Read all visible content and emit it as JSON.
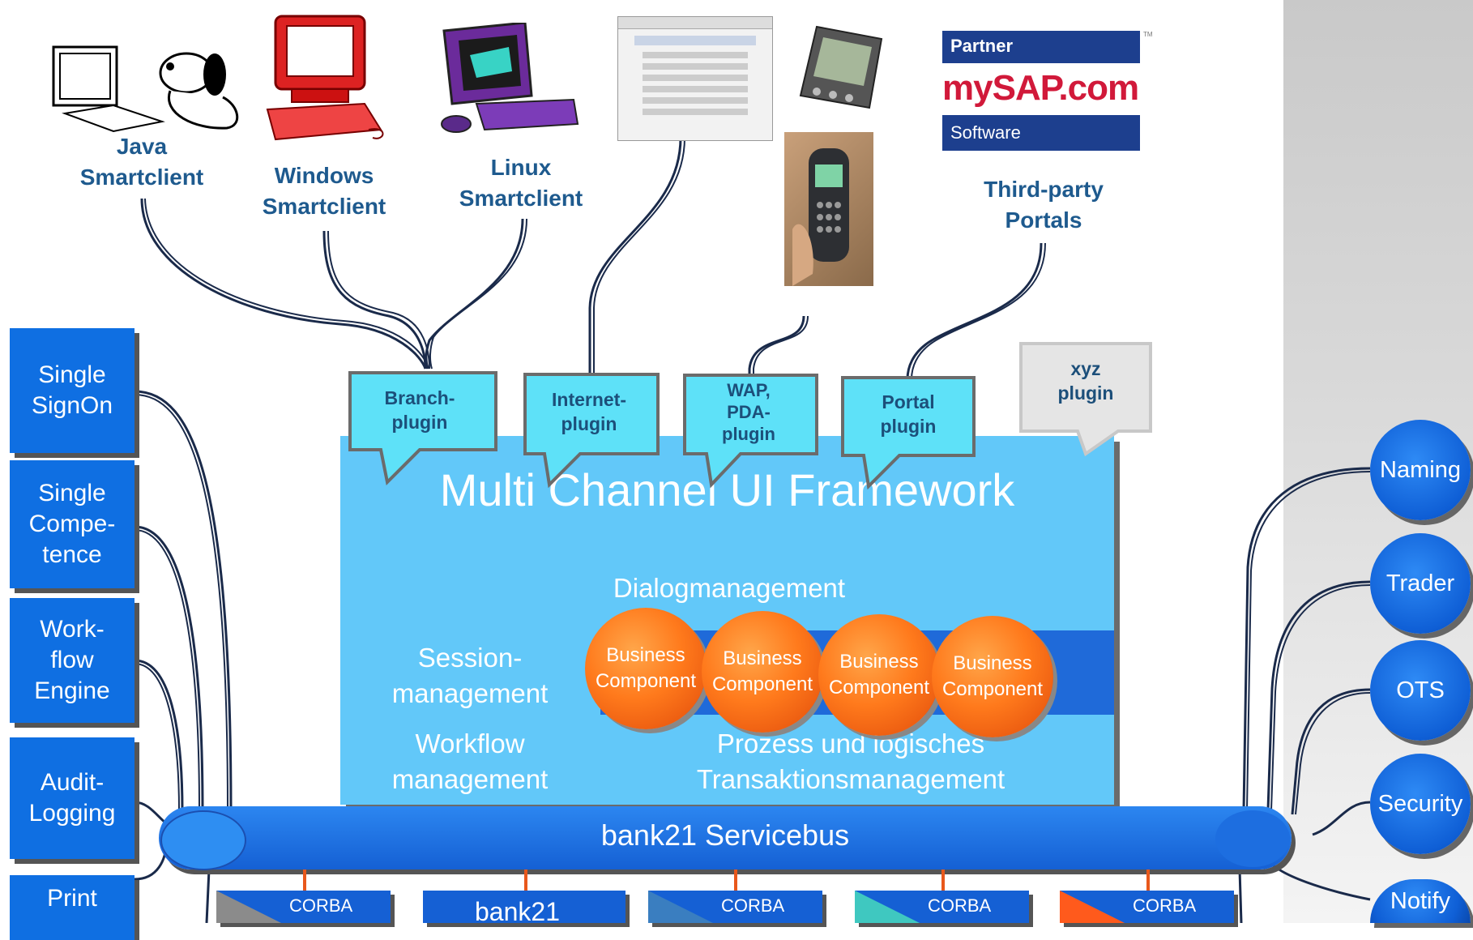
{
  "clients": {
    "java": {
      "line1": "Java",
      "line2": "Smartclient"
    },
    "windows": {
      "line1": "Windows",
      "line2": "Smartclient"
    },
    "linux": {
      "line1": "Linux",
      "line2": "Smartclient"
    },
    "portals": {
      "line1": "Third-party",
      "line2": "Portals"
    }
  },
  "portal_logo": {
    "top": "Partner",
    "middle": "mySAP.com",
    "bottom": "Software",
    "tm": "TM"
  },
  "plugins": {
    "branch": {
      "line1": "Branch-",
      "line2": "plugin"
    },
    "internet": {
      "line1": "Internet-",
      "line2": "plugin"
    },
    "wap": {
      "line1": "WAP,",
      "line2": "PDA-",
      "line3": "plugin"
    },
    "portal": {
      "line1": "Portal",
      "line2": "plugin"
    },
    "xyz": {
      "line1": "xyz",
      "line2": "plugin"
    }
  },
  "framework": {
    "title": "Multi Channel UI Framework",
    "dialog": "Dialogmanagement",
    "session_line1": "Session-",
    "session_line2": "management",
    "workflow_line1": "Workflow",
    "workflow_line2": "management",
    "process_line1": "Prozess und logisches",
    "process_line2": "Transaktionsmanagement"
  },
  "business_components": [
    {
      "line1": "Business",
      "line2": "Component"
    },
    {
      "line1": "Business",
      "line2": "Component"
    },
    {
      "line1": "Business",
      "line2": "Component"
    },
    {
      "line1": "Business",
      "line2": "Component"
    }
  ],
  "left_services": {
    "sso": {
      "line1": "Single",
      "line2": "SignOn"
    },
    "competence": {
      "line1": "Single",
      "line2": "Compe-",
      "line3": "tence"
    },
    "workflow": {
      "line1": "Work-",
      "line2": "flow",
      "line3": "Engine"
    },
    "audit": {
      "line1": "Audit-",
      "line2": "Logging"
    },
    "print": {
      "line1": "Print"
    }
  },
  "right_services": [
    "Naming",
    "Trader",
    "OTS",
    "Security",
    "Notify"
  ],
  "bus": {
    "label": "bank21 Servicebus"
  },
  "bottom_boxes": [
    "CORBA",
    "bank21",
    "CORBA",
    "CORBA",
    "CORBA"
  ],
  "colors": {
    "framework": "#62c8f9",
    "plugin": "#62e6f9",
    "component": "#ff7a1c",
    "bus": "#1560d4",
    "service": "#0f6fe2",
    "label": "#1e5a8e"
  }
}
